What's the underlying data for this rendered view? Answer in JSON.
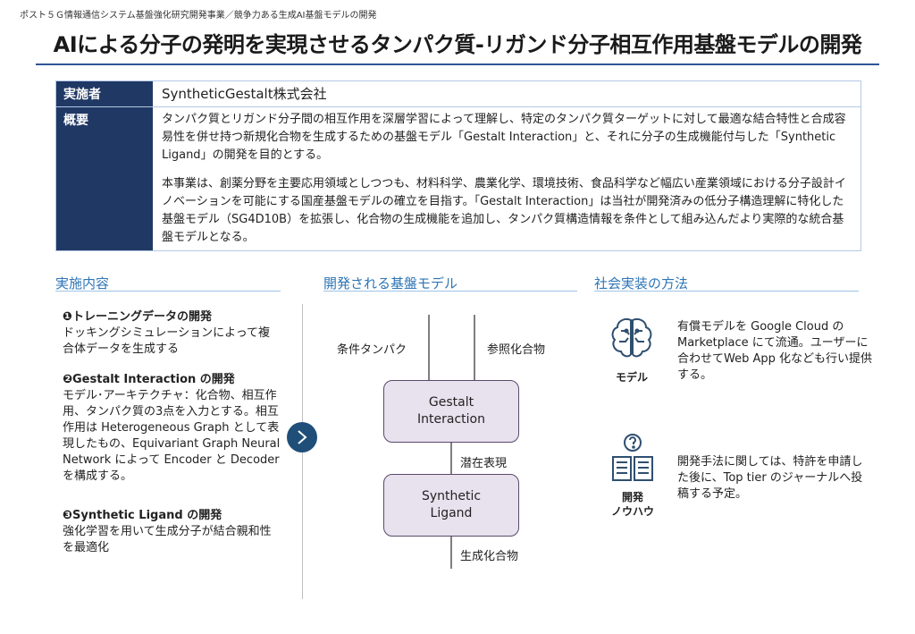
{
  "header": {
    "top_note": "ポスト５Ｇ情報通信システム基盤強化研究開発事業／競争力ある生成AI基盤モデルの開発",
    "title": "AIによる分子の発明を実現させるタンパク質-リガンド分子相互作用基盤モデルの開発"
  },
  "info": {
    "implementer_label": "実施者",
    "implementer_value": "SyntheticGestalt株式会社",
    "overview_label": "概要",
    "overview_p1": "タンパク質とリガンド分子間の相互作用を深層学習によって理解し、特定のタンパク質ターゲットに対して最適な結合特性と合成容易性を併せ持つ新規化合物を生成するための基盤モデル「Gestalt Interaction」と、それに分子の生成機能付与した「Synthetic Ligand」の開発を目的とする。",
    "overview_p2": "本事業は、創薬分野を主要応用領域としつつも、材料科学、農業化学、環境技術、食品科学など幅広い産業領域における分子設計イノベーションを可能にする国産基盤モデルの確立を目指す。「Gestalt Interaction」は当社が開発済みの低分子構造理解に特化した基盤モデル（SG4D10B）を拡張し、化合物の生成機能を追加し、タンパク質構造情報を条件として組み込んだより実際的な統合基盤モデルとなる。"
  },
  "sections": {
    "left_head": "実施内容",
    "center_head": "開発される基盤モデル",
    "right_head": "社会実装の方法"
  },
  "left_items": [
    {
      "title": "❶トレーニングデータの開発",
      "body": "ドッキングシミュレーションによって複合体データを生成する"
    },
    {
      "title": "❷Gestalt Interaction の開発",
      "body": "モデル･アーキテクチャ：化合物、相互作用、タンパク質の3点を入力とする。相互作用は Heterogeneous Graph として表現したもの、Equivariant Graph Neural Network によって Encoder と Decoder を構成する。"
    },
    {
      "title": "❸Synthetic Ligand の開発",
      "body": "強化学習を用いて生成分子が結合親和性を最適化"
    }
  ],
  "diagram": {
    "input_left": "条件タンパク",
    "input_right": "参照化合物",
    "box1_line1": "Gestalt",
    "box1_line2": "Interaction",
    "middle_label": "潜在表現",
    "box2_line1": "Synthetic",
    "box2_line2": "Ligand",
    "output_label": "生成化合物"
  },
  "right_items": [
    {
      "icon": "brain-icon",
      "caption": "モデル",
      "body": "有償モデルを Google Cloud の Marketplace にて流通。ユーザーに合わせてWeb App 化なども行い提供する。"
    },
    {
      "icon": "book-idea-icon",
      "caption_line1": "開発",
      "caption_line2": "ノウハウ",
      "body": "開発手法に関しては、特許を申請した後に、Top tier のジャーナルへ投稿する予定。"
    }
  ],
  "colors": {
    "accent": "#2e75b6",
    "navy": "#203864",
    "box_fill": "#e8e1ee"
  }
}
